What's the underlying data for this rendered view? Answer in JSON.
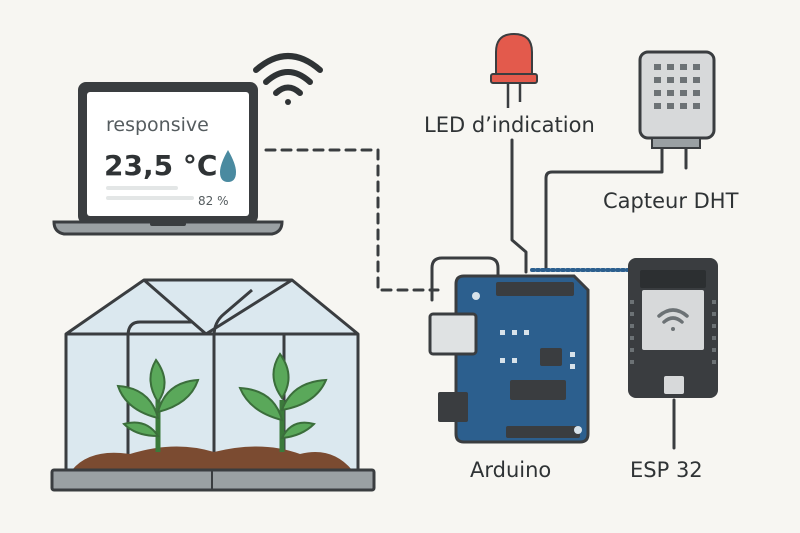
{
  "labels": {
    "led": "LED d’indication",
    "dht": "Capteur DHT",
    "arduino": "Arduino",
    "esp": "ESP 32"
  },
  "screen": {
    "title": "responsive",
    "temperature": "23,5 °C",
    "humidity": "82 %"
  },
  "colors": {
    "outline": "#3a3d40",
    "board": "#2c5f8e",
    "led": "#e35a4c",
    "plant": "#5aa85a",
    "soil": "#7b4b31",
    "glass": "#dbe8ef",
    "drop": "#4a8aa0"
  },
  "icons": [
    "wifi-icon",
    "water-drop-icon",
    "led-icon",
    "dht-sensor-icon",
    "arduino-board-icon",
    "esp32-module-icon",
    "laptop-icon",
    "greenhouse-icon",
    "plant-icon"
  ]
}
